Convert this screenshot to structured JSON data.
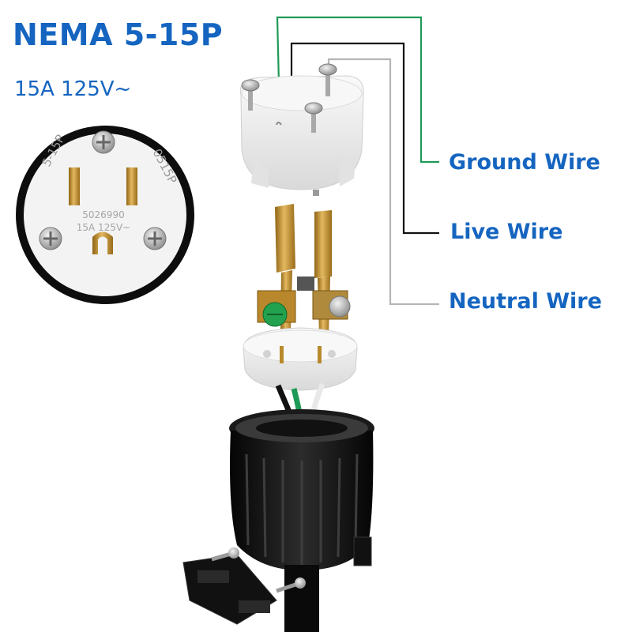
{
  "header": {
    "title": "NEMA 5-15P",
    "rating": "15A 125V~"
  },
  "face": {
    "left_mark": "5-15P",
    "right_mark": "0515P",
    "model": "5026990",
    "rating": "15A 125V~"
  },
  "wires": [
    {
      "label": "Ground Wire",
      "color": "#1e9a58"
    },
    {
      "label": "Live Wire",
      "color": "#111111"
    },
    {
      "label": "Neutral Wire",
      "color": "#b5b5b5"
    }
  ],
  "colors": {
    "accent": "#1565c0",
    "brass": "#c8962b",
    "housing": "#111111",
    "insulator": "#f1f1f1"
  }
}
